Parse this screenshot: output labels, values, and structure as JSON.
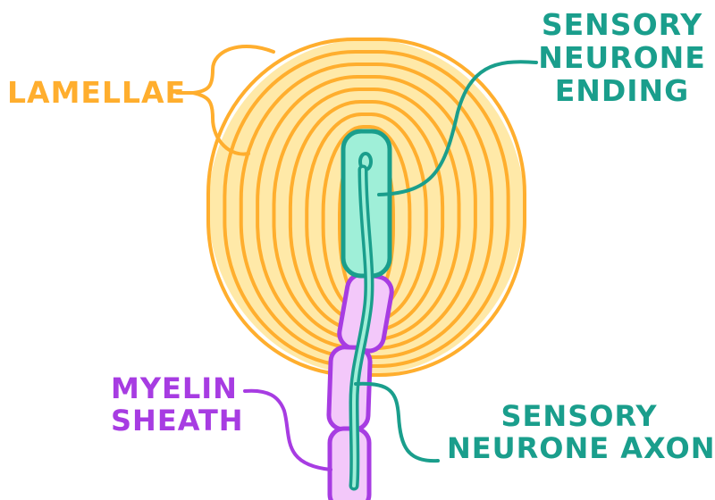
{
  "labels": {
    "lamellae": "LAMELLAE",
    "sensory_neurone_ending": "SENSORY\nNEURONE\nENDING",
    "myelin_sheath": "MYELIN\nSHEATH",
    "sensory_neurone_axon": "SENSORY\nNEURONE AXON"
  },
  "colors": {
    "lamellae_fill": "#FFE9A8",
    "lamellae_stroke": "#FFAE2E",
    "neurone_fill": "#9FEFD8",
    "neurone_stroke": "#1A9E8C",
    "myelin_fill": "#F3C8FA",
    "myelin_stroke": "#A73CE2"
  },
  "lamellae_ring_count": 9
}
